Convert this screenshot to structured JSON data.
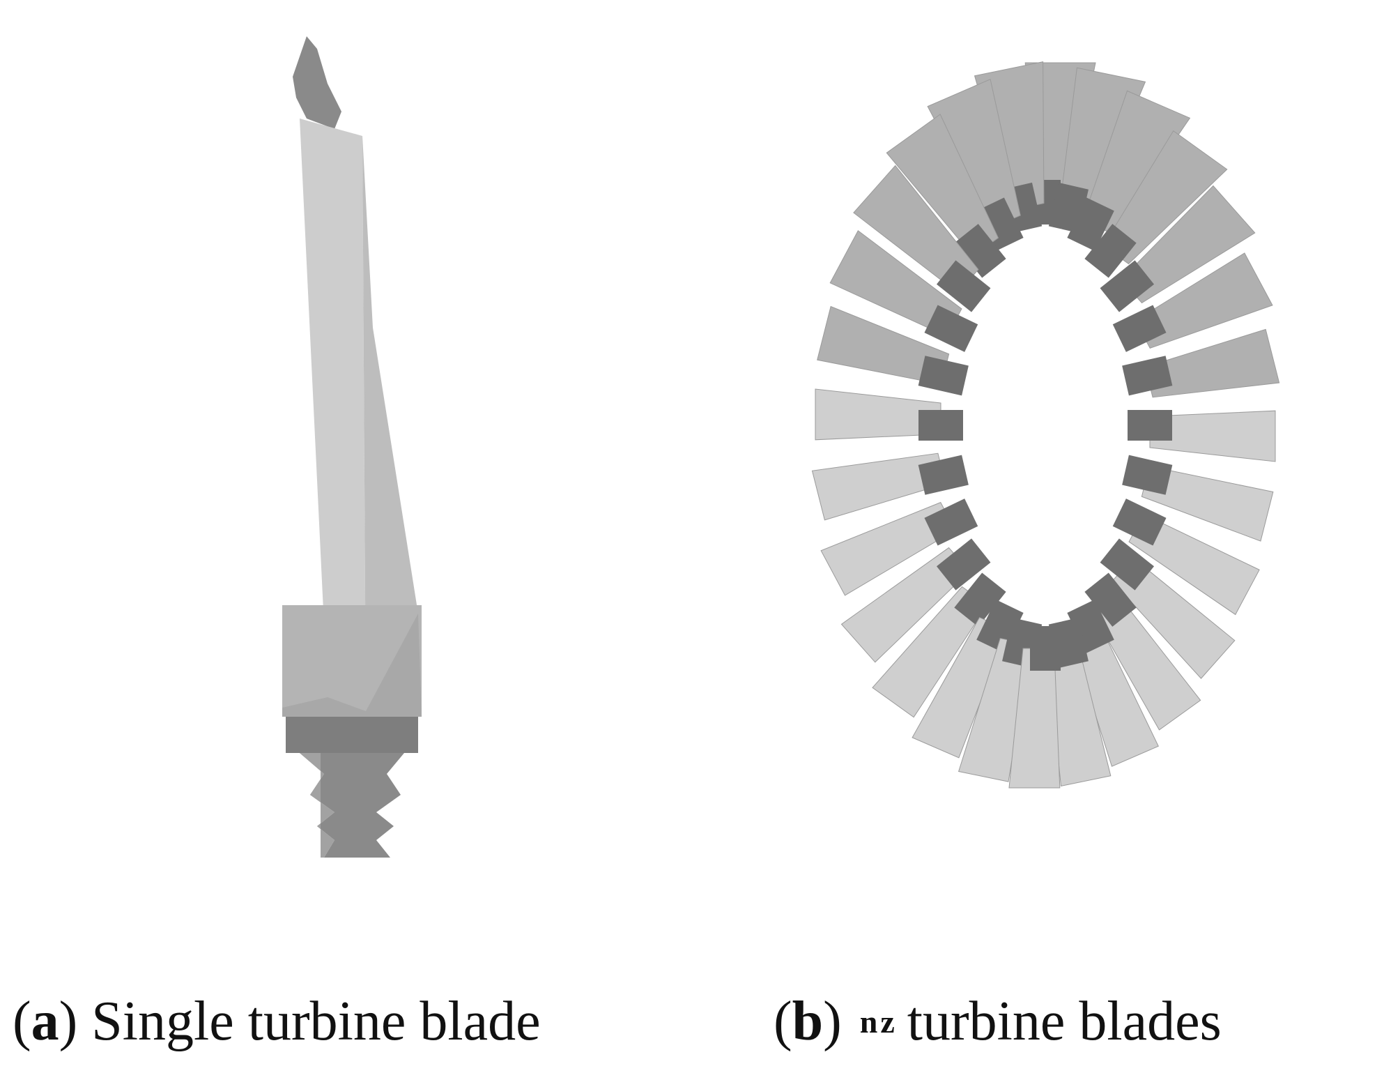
{
  "colors": {
    "background": "#ffffff",
    "blade_light": "#cfcfcf",
    "blade_mid": "#b0b0b0",
    "blade_dark": "#7a7a7a",
    "root_dark": "#6e6e6e"
  },
  "captions": {
    "a": {
      "open": "(",
      "letter": "a",
      "close": ")",
      "text": " Single turbine blade"
    },
    "b": {
      "open": "(",
      "letter": "b",
      "close": ")",
      "symbol": "nz",
      "text": "turbine blades"
    }
  },
  "ring": {
    "blade_count": 28
  }
}
